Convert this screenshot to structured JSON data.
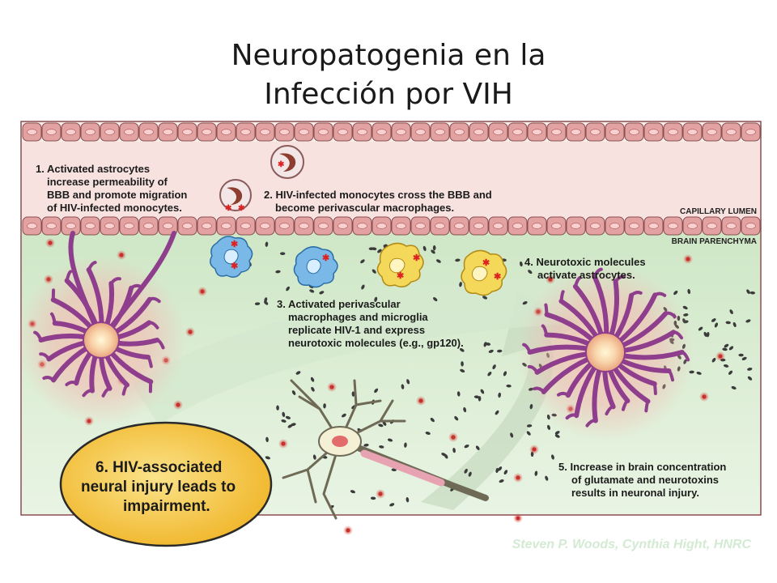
{
  "title": {
    "line1": "Neuropatogenia en la",
    "line2": "Infección por VIH"
  },
  "regions": {
    "capillary": "CAPILLARY LUMEN",
    "brain": "BRAIN PARENCHYMA"
  },
  "steps": {
    "s1": [
      "1. Activated astrocytes",
      "increase permeability of",
      "BBB and promote migration",
      "of HIV-infected monocytes."
    ],
    "s2": [
      "2. HIV-infected monocytes cross the BBB and",
      "become perivascular macrophages."
    ],
    "s3": [
      "3. Activated perivascular",
      "macrophages and microglia",
      "replicate HIV-1 and express",
      "neurotoxic molecules (e.g., gp120)."
    ],
    "s4": [
      "4. Neurotoxic molecules",
      "activate  astrocytes."
    ],
    "s5": [
      "5. Increase in brain concentration",
      "of glutamate and neurotoxins",
      "results in neuronal injury."
    ],
    "s6": [
      "6. HIV-associated",
      "neural injury leads to",
      "impairment."
    ]
  },
  "credit": "Steven P. Woods, Cynthia Hight, HNRC",
  "colors": {
    "endothelium": "#e3a2a2",
    "lumen": "#f9dede",
    "parenchyma": "#d7ecd0",
    "astrocyte": "#8e3e8c",
    "macrophage": "#7ab8e8",
    "microglia": "#f3d85a",
    "oval": "#f5c842"
  }
}
